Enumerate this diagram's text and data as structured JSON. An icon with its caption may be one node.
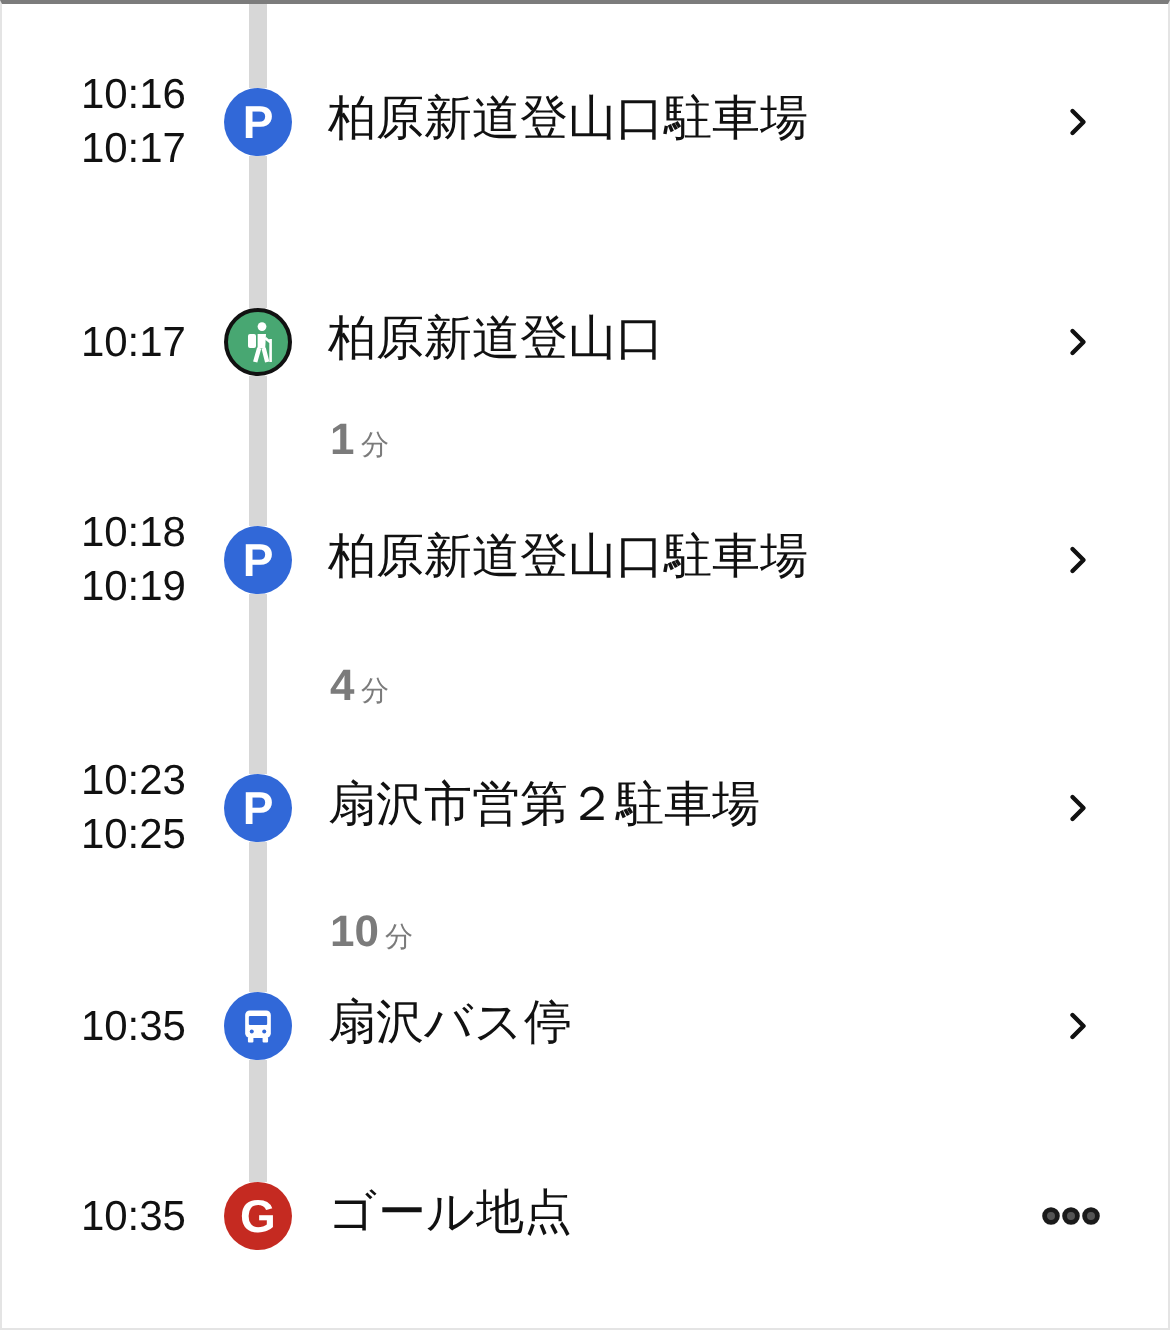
{
  "diagram": {
    "nodes": [
      {
        "text": [
          "P"
        ],
        "beside": [
          "10:16",
          "10:17",
          "柏原新道登山口駐車場"
        ]
      },
      {
        "text": [],
        "shape": "circle",
        "beside": [
          "10:17",
          "柏原新道登山口"
        ]
      },
      {
        "text": [
          "P"
        ],
        "beside": [
          "10:18",
          "10:19",
          "柏原新道登山口駐車場"
        ]
      },
      {
        "text": [
          "P"
        ],
        "beside": [
          "10:23",
          "10:25",
          "扇沢市営第２駐車場"
        ]
      },
      {
        "text": [],
        "shape": "circle",
        "beside": [
          "10:35",
          "扇沢バス停"
        ]
      },
      {
        "text": [
          "G"
        ],
        "beside": [
          "10:35",
          "ゴール地点"
        ]
      }
    ],
    "edges": [
      {
        "from": null,
        "to": 0,
        "arrow": "none"
      },
      {
        "from": 0,
        "to": 1,
        "arrow": "none"
      },
      {
        "from": 1,
        "to": 2,
        "arrow": "none"
      },
      {
        "from": 2,
        "to": 3,
        "arrow": "none"
      },
      {
        "from": 3,
        "to": 4,
        "arrow": "none"
      },
      {
        "from": 4,
        "to": 5,
        "arrow": "none"
      }
    ],
    "labels": [
      "**1**分",
      "**4**分",
      "**10**分"
    ]
  }
}
